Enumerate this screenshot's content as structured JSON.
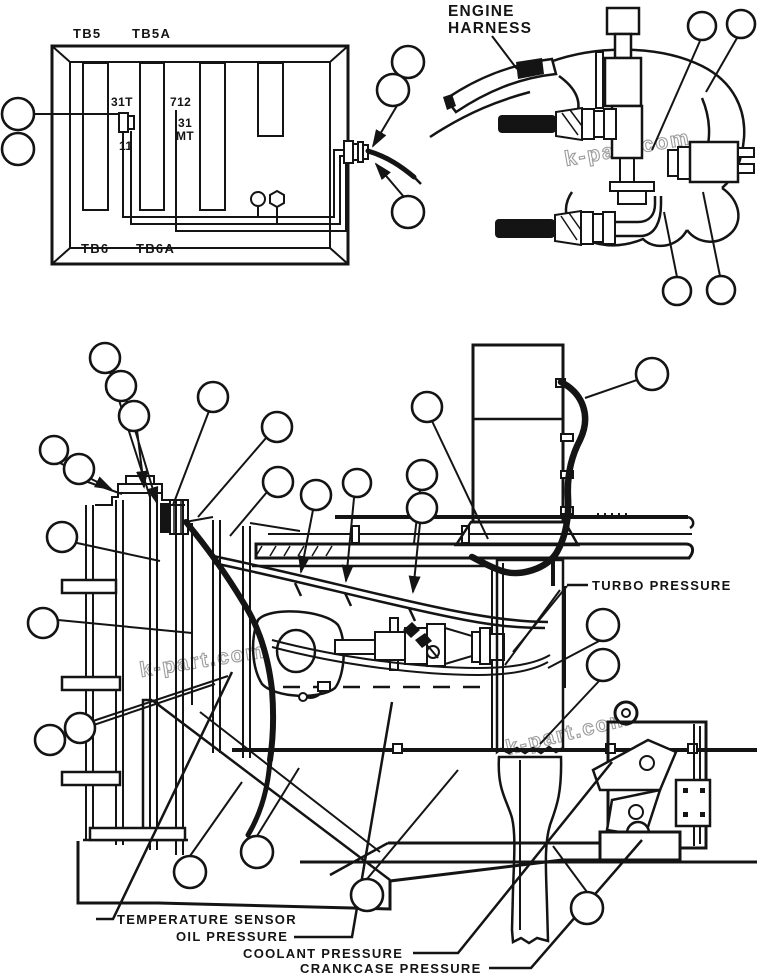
{
  "colors": {
    "ink": "#141414",
    "paper": "#ffffff",
    "watermark": "#9c9c9c"
  },
  "watermark": {
    "text": "k-part.com"
  },
  "terminal_box_panel": {
    "top_labels": {
      "tb5": "TB5",
      "tb5a": "TB5A"
    },
    "bottom_labels": {
      "tb6": "TB6",
      "tb6a": "TB6A"
    },
    "wire_labels": {
      "l31t": "31T",
      "l712": "712",
      "l11": "11",
      "l31": "31",
      "lmt": "MT"
    },
    "callout_circle_count": 5
  },
  "harness_panel": {
    "title_line1": "ENGINE",
    "title_line2": "HARNESS",
    "callout_circle_count": 4
  },
  "engine_panel": {
    "labels": {
      "turbo": "TURBO PRESSURE",
      "temperature": "TEMPERATURE SENSOR",
      "oil": "OIL PRESSURE",
      "coolant": "COOLANT PRESSURE",
      "crankcase": "CRANKCASE PRESSURE"
    },
    "callout_circle_count": 24
  }
}
